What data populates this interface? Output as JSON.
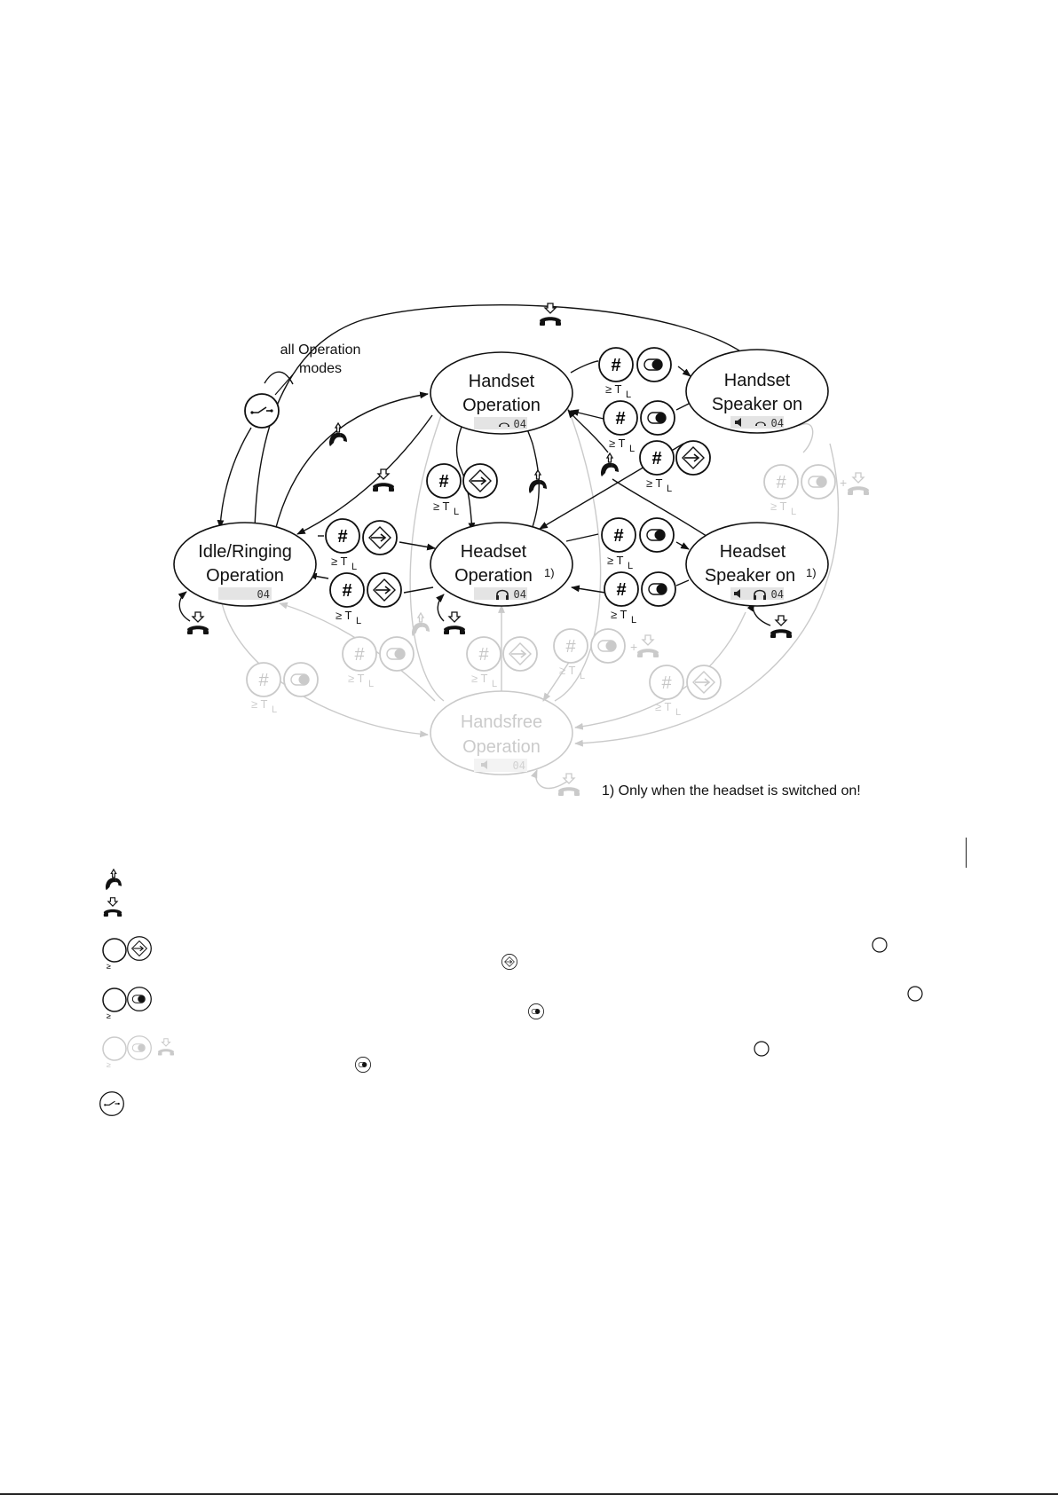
{
  "diagram": {
    "nodes": {
      "handset": {
        "line1": "Handset",
        "line2": "Operation",
        "lcd": "04"
      },
      "handset_speaker": {
        "line1": "Handset",
        "line2": "Speaker on",
        "lcd": "04"
      },
      "idle": {
        "line1": "Idle/Ringing",
        "line2": "Operation",
        "lcd": "04"
      },
      "headset": {
        "line1": "Headset",
        "line2": "Operation",
        "note": "1)",
        "lcd": "04"
      },
      "headset_speaker": {
        "line1": "Headset",
        "line2": "Speaker on",
        "note": "1)",
        "lcd": "04"
      },
      "handsfree": {
        "line1": "Handsfree",
        "line2": "Operation",
        "lcd": "04"
      }
    },
    "all_modes_label": {
      "line1": "all Operation",
      "line2": "modes"
    },
    "hash_symbol": "#",
    "timing": {
      "prefix": "≥ T",
      "subscript": "L"
    },
    "plus": "+",
    "footnote": "1) Only when the headset is switched on!"
  },
  "legend": {
    "timing_symbol": "≥",
    "entries": [
      {
        "icon": "handset-lift-icon"
      },
      {
        "icon": "handset-hangup-icon"
      },
      {
        "icon": "hash-menu-key-icon"
      },
      {
        "icon": "hash-toggle-key-icon"
      },
      {
        "icon": "hash-toggle-hangup-icon"
      },
      {
        "icon": "hook-switch-icon"
      }
    ]
  },
  "colors": {
    "ink": "#111111",
    "faded": "#c8c8c8",
    "lcd_bg": "#e4e4e4"
  }
}
